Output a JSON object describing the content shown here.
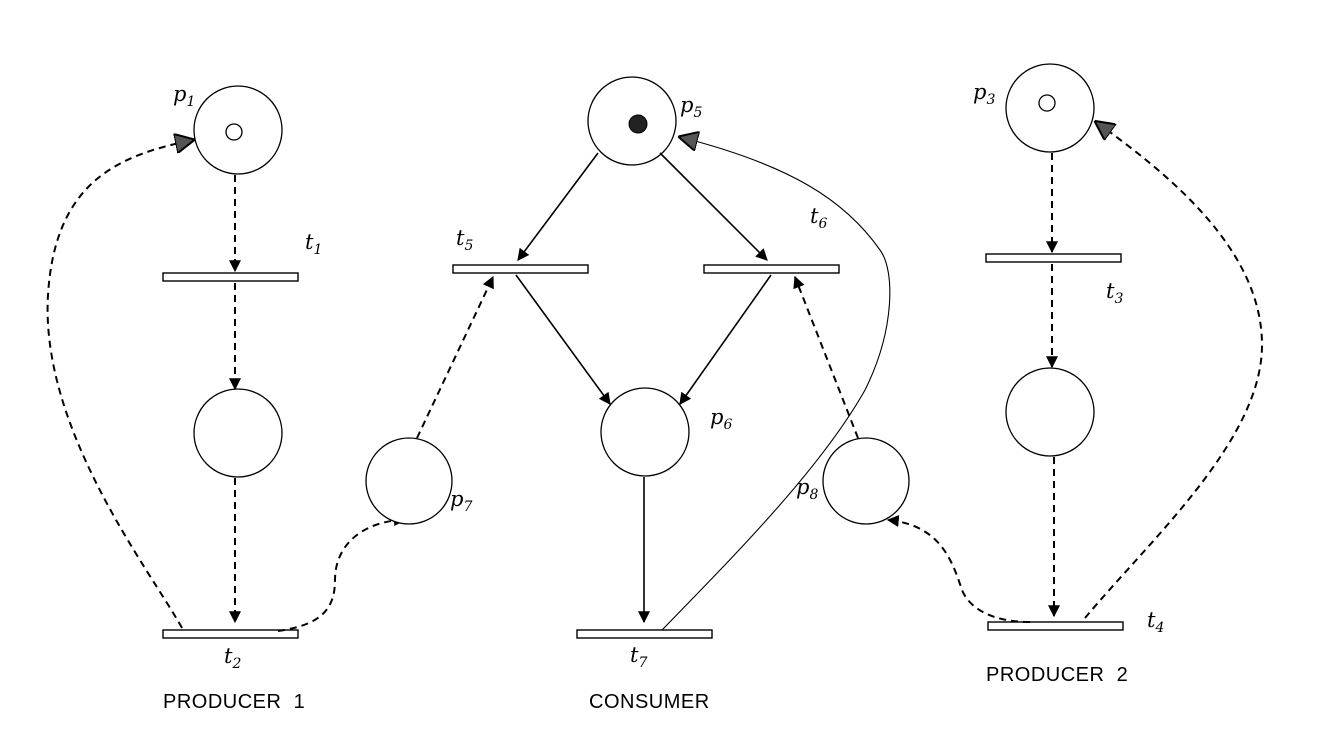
{
  "places": {
    "p1": {
      "base": "p",
      "sub": "1"
    },
    "p3": {
      "base": "p",
      "sub": "3"
    },
    "p5": {
      "base": "p",
      "sub": "5"
    },
    "p6": {
      "base": "p",
      "sub": "6"
    },
    "p7": {
      "base": "p",
      "sub": "7"
    },
    "p8": {
      "base": "p",
      "sub": "8"
    }
  },
  "transitions": {
    "t1": {
      "base": "t",
      "sub": "1"
    },
    "t2": {
      "base": "t",
      "sub": "2"
    },
    "t3": {
      "base": "t",
      "sub": "3"
    },
    "t4": {
      "base": "t",
      "sub": "4"
    },
    "t5": {
      "base": "t",
      "sub": "5"
    },
    "t6": {
      "base": "t",
      "sub": "6"
    },
    "t7": {
      "base": "t",
      "sub": "7"
    }
  },
  "captions": {
    "producer1": "PRODUCER  1",
    "consumer": "CONSUMER",
    "producer2": "PRODUCER  2"
  }
}
